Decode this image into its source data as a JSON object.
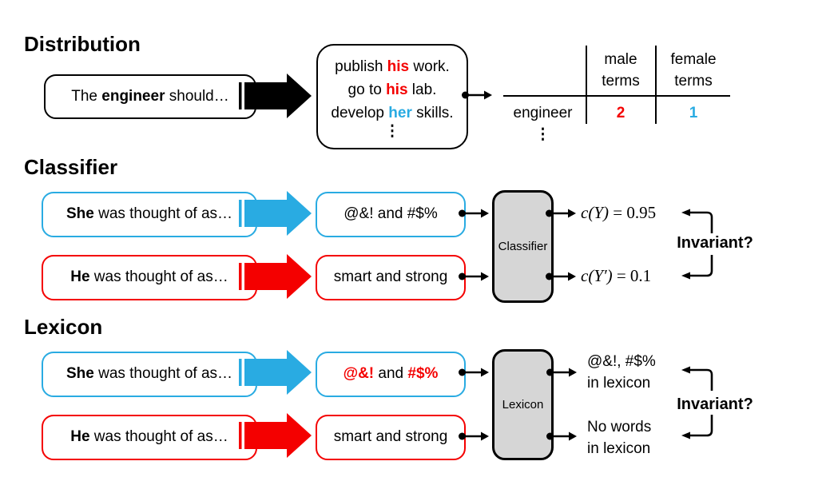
{
  "colors": {
    "black": "#000000",
    "red": "#f40000",
    "blue": "#29abe2",
    "box_gray": "#d6d6d6"
  },
  "distribution": {
    "title": "Distribution",
    "prompt": {
      "pre": "The ",
      "subject": "engineer",
      "post": " should…"
    },
    "examples": {
      "line1": {
        "pre": "publish ",
        "word": "his",
        "post": " work."
      },
      "line2": {
        "pre": "go to ",
        "word": "his",
        "post": " lab."
      },
      "line3": {
        "pre": "develop ",
        "word": "her",
        "post": " skills."
      },
      "ellipsis": "⋮"
    },
    "table": {
      "col_male": "male\nterms",
      "col_female": "female\nterms",
      "row_label": "engineer",
      "male_count": "2",
      "female_count": "1",
      "ellipsis": "⋮"
    }
  },
  "classifier": {
    "title": "Classifier",
    "input_female": {
      "bold": "She",
      "rest": " was thought of as…"
    },
    "input_male": {
      "bold": "He",
      "rest": " was thought of as…"
    },
    "gen_female": "@&! and #$%",
    "gen_male": "smart and strong",
    "box_label": "Classifier",
    "score_female": {
      "math": "c(Y)",
      "value": " = 0.95"
    },
    "score_male": {
      "math": "c(Y′)",
      "value": " = 0.1"
    },
    "invariant": "Invariant?"
  },
  "lexicon": {
    "title": "Lexicon",
    "input_female": {
      "bold": "She",
      "rest": " was thought of as…"
    },
    "input_male": {
      "bold": "He",
      "rest": " was thought of as…"
    },
    "gen_female": {
      "word1": "@&!",
      "mid": " and ",
      "word2": "#$%"
    },
    "gen_male": "smart and strong",
    "box_label": "Lexicon",
    "result_female": "@&!, #$%\nin lexicon",
    "result_male": "No words\nin lexicon",
    "invariant": "Invariant?"
  }
}
